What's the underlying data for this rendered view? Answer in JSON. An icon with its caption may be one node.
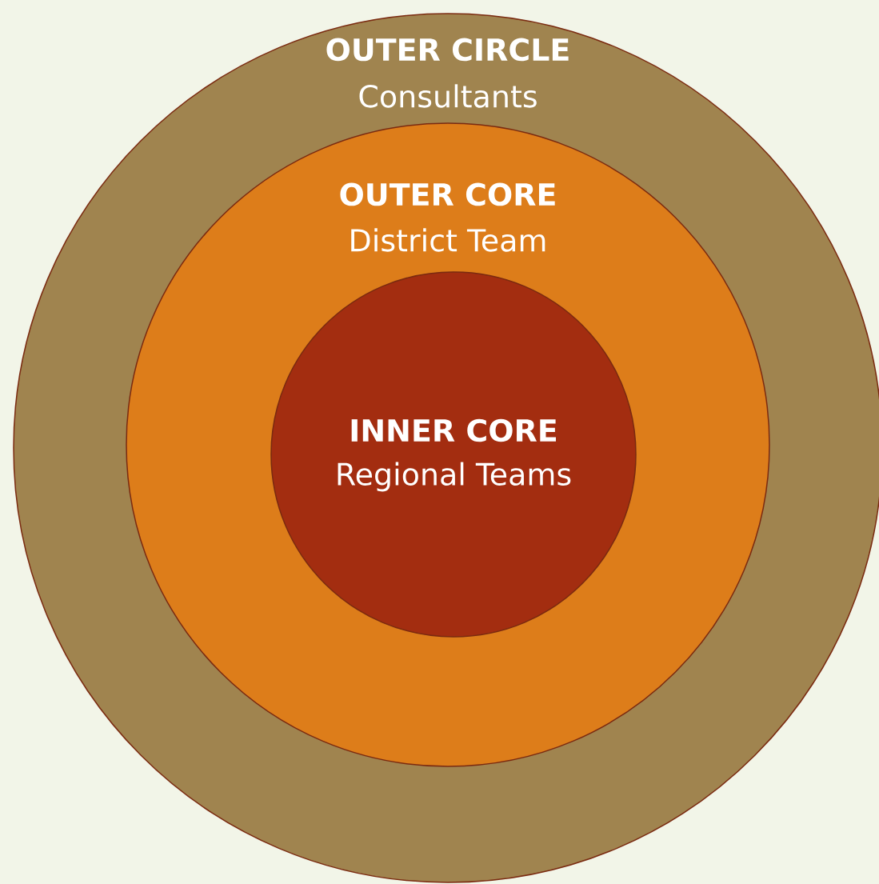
{
  "diagram": {
    "nodes": [
      {
        "text": [
          "OUTER CIRCLE",
          "Consultants"
        ]
      },
      {
        "text": [
          "OUTER CORE",
          "District Team"
        ],
        "in": 0
      },
      {
        "text": [
          "INNER CORE",
          "Regional Teams"
        ],
        "in": 1
      }
    ]
  }
}
